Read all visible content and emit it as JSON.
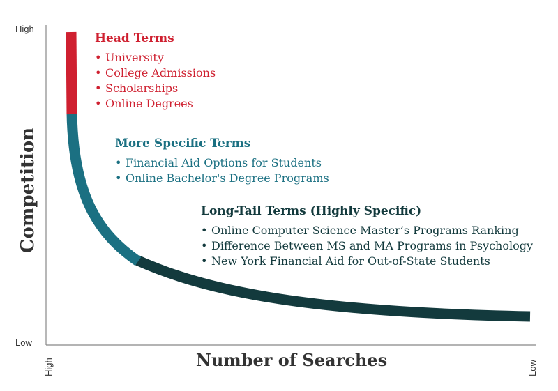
{
  "axes": {
    "y_title": "Competition",
    "x_title": "Number of Searches",
    "y_high": "High",
    "y_low": "Low",
    "x_high": "High",
    "x_low": "Low"
  },
  "colors": {
    "head": "#cf2030",
    "specific": "#1b7082",
    "long_tail": "#133a3d",
    "axis": "#888888"
  },
  "groups": {
    "head": {
      "title": "Head Terms",
      "items": [
        "University",
        "College Admissions",
        "Scholarships",
        "Online Degrees"
      ]
    },
    "specific": {
      "title": "More Specific Terms",
      "items": [
        "Financial Aid Options for Students",
        "Online Bachelor's Degree Programs"
      ]
    },
    "long_tail": {
      "title": "Long-Tail Terms (Highly Specific)",
      "items": [
        "Online Computer Science Master’s Programs Ranking",
        "Difference Between MS and MA Programs in Psychology",
        "New York Financial Aid for Out-of-State Students"
      ]
    }
  }
}
